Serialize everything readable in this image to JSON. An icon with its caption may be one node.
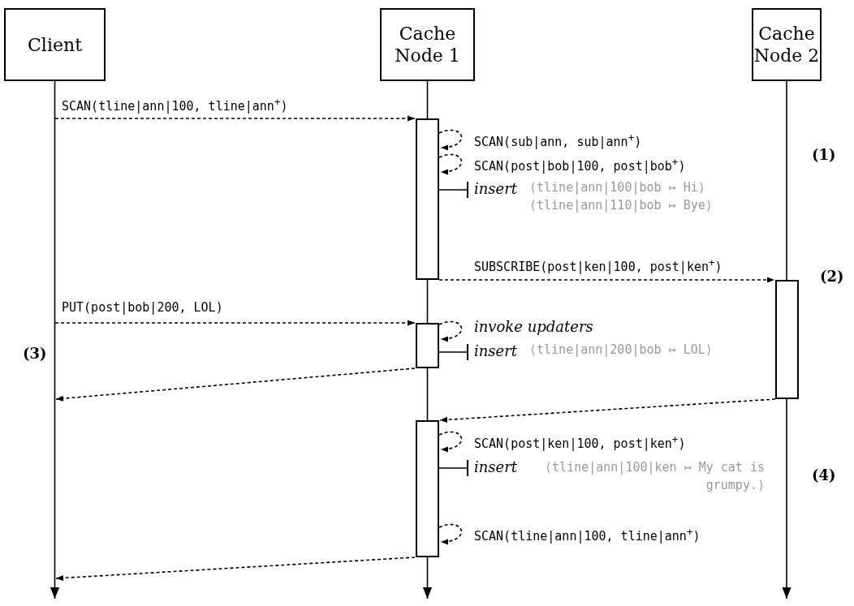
{
  "diagram": {
    "nodes": [
      {
        "text": [
          "Client"
        ]
      },
      {
        "text": [
          "Cache Node 1"
        ]
      },
      {
        "text": [
          "Cache Node 2"
        ]
      },
      {
        "text": [],
        "shape": "bar"
      },
      {
        "text": [],
        "shape": "bar"
      },
      {
        "text": [],
        "shape": "bar"
      },
      {
        "text": [],
        "shape": "bar"
      }
    ],
    "edges": [
      {
        "from": 0,
        "to": null,
        "arrow": "to"
      },
      {
        "from": 1,
        "to": null,
        "arrow": "to"
      },
      {
        "from": 2,
        "to": null,
        "arrow": "to"
      },
      {
        "from": null,
        "to": 3,
        "arrow": "to",
        "style": "dashed",
        "label": "SCAN(tline|ann|100, tline|ann$^{+}$)"
      },
      {
        "from": 3,
        "to": 3,
        "arrow": "to",
        "style": "dashed",
        "label": "SCAN(sub|ann, sub|ann$^{+}$)"
      },
      {
        "from": 3,
        "to": 3,
        "arrow": "to",
        "style": "dashed",
        "label": "SCAN(post|bob|100, post|bob$^{+}$)"
      },
      {
        "from": 3,
        "to": null,
        "arrow": "other",
        "label": "insert"
      },
      {
        "from": 3,
        "to": 4,
        "arrow": "to",
        "style": "dashed",
        "label": "SUBSCRIBE(post|ken|100, post|ken$^{+}$)"
      },
      {
        "from": null,
        "to": 5,
        "arrow": "to",
        "style": "dashed",
        "label": "PUT(post|bob|200, LOL)"
      },
      {
        "from": 5,
        "to": 5,
        "arrow": "to",
        "style": "dashed",
        "label": "invoke updaters"
      },
      {
        "from": 5,
        "to": null,
        "arrow": "other",
        "label": "insert"
      },
      {
        "from": 5,
        "to": null,
        "arrow": "to",
        "style": "dashed"
      },
      {
        "from": 4,
        "to": 6,
        "arrow": "to",
        "style": "dashed"
      },
      {
        "from": 6,
        "to": 6,
        "arrow": "to",
        "style": "dashed",
        "label": "SCAN(post|ken|100, post|ken$^{+}$)"
      },
      {
        "from": 6,
        "to": null,
        "arrow": "other",
        "label": "insert"
      },
      {
        "from": 6,
        "to": 6,
        "arrow": "to",
        "style": "dashed",
        "label": "SCAN(tline|ann|100, tline|ann$^{+}$)"
      },
      {
        "from": 6,
        "to": null,
        "arrow": "to",
        "style": "dashed"
      }
    ],
    "labels": [
      "(1)",
      "⟨tline|ann|100|bob ↦ Hi⟩",
      "⟨tline|ann|110|bob ↦ Bye⟩",
      "(2)",
      "(3)",
      "⟨tline|ann|200|bob ↦ LOL⟩",
      "⟨tline|ann|100|ken ↦ My cat is grumpy.⟩",
      "(4)"
    ]
  }
}
